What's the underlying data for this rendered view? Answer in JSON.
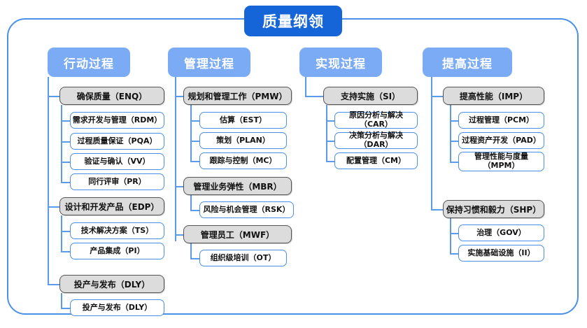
{
  "diagram": {
    "type": "tree-hierarchy",
    "root": "质量纲领",
    "frame_color": "#4a90e8",
    "root_color": "#1565d8",
    "header_color": "#7cabf5",
    "group_color": "#dcdcdc",
    "leaf_border_color": "#4a90e8",
    "connector_color": "#5b9bea"
  },
  "columns": [
    {
      "header": "行动过程",
      "groups": [
        {
          "label": "确保质量（ENQ）",
          "children": [
            "需求开发与管理（RDM）",
            "过程质量保证（PQA）",
            "验证与确认（VV）",
            "同行评审（PR）"
          ]
        },
        {
          "label": "设计和开发产品（EDP）",
          "children": [
            "技术解决方案（TS）",
            "产品集成（PI）"
          ]
        },
        {
          "label": "投产与发布（DLY）",
          "children": [
            "投产与发布（DLY）"
          ]
        }
      ]
    },
    {
      "header": "管理过程",
      "groups": [
        {
          "label": "规划和管理工作（PMW）",
          "children": [
            "估算（EST）",
            "策划（PLAN）",
            "跟踪与控制（MC）"
          ]
        },
        {
          "label": "管理业务弹性（MBR）",
          "children": [
            "风险与机会管理（RSK）"
          ]
        },
        {
          "label": "管理员工（MWF）",
          "children": [
            "组织级培训（OT）"
          ]
        }
      ]
    },
    {
      "header": "实现过程",
      "groups": [
        {
          "label": "支持实施（SI）",
          "children": [
            "原因分析与解决（CAR）",
            "决策分析与解决（DAR）",
            "配置管理（CM）"
          ]
        }
      ]
    },
    {
      "header": "提高过程",
      "groups": [
        {
          "label": "提高性能（IMP）",
          "children": [
            "过程管理（PCM）",
            "过程资产开发（PAD）",
            "管理性能与度量（MPM）"
          ]
        },
        {
          "label": "保持习惯和毅力（SHP）",
          "children": [
            "治理（GOV）",
            "实施基础设施（II）"
          ]
        }
      ]
    }
  ]
}
